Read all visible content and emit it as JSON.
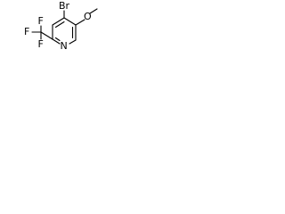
{
  "molecule": {
    "name": "",
    "atoms": {
      "br": "Br",
      "o": "O",
      "n": "N",
      "f_top": "F",
      "f_left": "F",
      "f_bottom": "F"
    },
    "bond_color": "#000000",
    "label_color": "#000000",
    "background": "#ffffff"
  }
}
